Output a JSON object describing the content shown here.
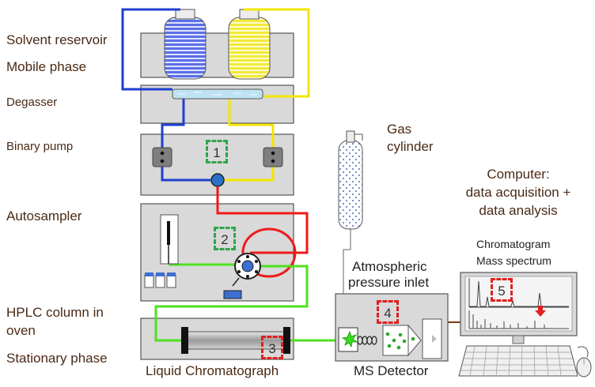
{
  "labels": {
    "solvent_reservoir": "Solvent reservoir",
    "mobile_phase": "Mobile phase",
    "degasser": "Degasser",
    "binary_pump": "Binary pump",
    "autosampler": "Autosampler",
    "hplc_column_line1": "HPLC column in",
    "hplc_column_line2": "oven",
    "stationary_phase": "Stationary phase",
    "liquid_chromatograph": "Liquid Chromatograph",
    "gas_line1": "Gas",
    "gas_line2": "cylinder",
    "computer_line1": "Computer:",
    "computer_line2": "data acquisition +",
    "computer_line3": "data analysis",
    "chromatogram": "Chromatogram",
    "mass_spectrum": "Mass spectrum",
    "api_line1": "Atmospheric",
    "api_line2": "pressure inlet",
    "ms_detector": "MS Detector"
  },
  "markers": {
    "m1": "1",
    "m2": "2",
    "m3": "3",
    "m4": "4",
    "m5": "5"
  },
  "colors": {
    "solvent_a": "#1f3fd0",
    "solvent_b": "#f2e600",
    "sample_loop": "#ee1b1b",
    "flow_to_ms": "#4fe020",
    "module_fill": "#d9d9d9",
    "marker_green": "#2ea64a",
    "marker_red": "#e02020"
  }
}
